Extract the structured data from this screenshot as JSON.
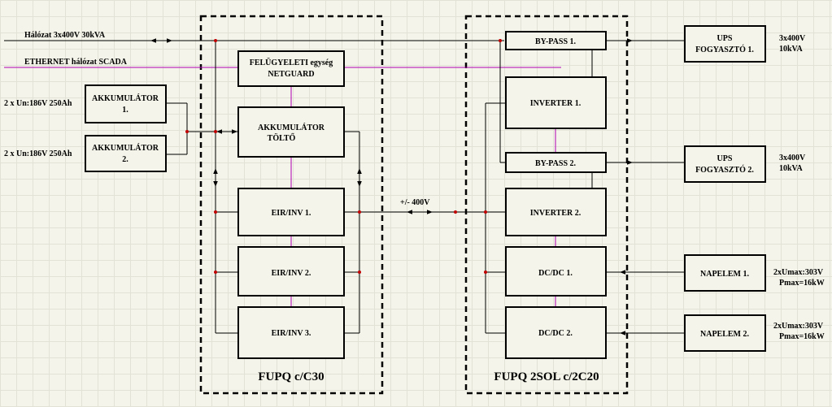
{
  "groups": {
    "left_title": "FUPQ c/C30",
    "right_title": "FUPQ 2SOL c/2C20"
  },
  "inputs": {
    "grid": "Hálózat 3x400V 30kVA",
    "ethernet": "ETHERNET hálózat SCADA",
    "batt1_spec": "2 x Un:186V 250Ah",
    "batt2_spec": "2 x Un:186V 250Ah"
  },
  "blocks": {
    "batt1": [
      "AKKUMULÁTOR",
      "1."
    ],
    "batt2": [
      "AKKUMULÁTOR",
      "2."
    ],
    "supervisor": [
      "FELÜGYELETI egység",
      "NETGUARD"
    ],
    "charger": [
      "AKKUMULÁTOR",
      "TÖLTŐ"
    ],
    "inv_l1": "EIR/INV 1.",
    "inv_l2": "EIR/INV 2.",
    "inv_l3": "EIR/INV 3.",
    "bypass1": "BY-PASS 1.",
    "inverter1": "INVERTER 1.",
    "bypass2": "BY-PASS 2.",
    "inverter2": "INVERTER 2.",
    "dcdc1": "DC/DC 1.",
    "dcdc2": "DC/DC 2.",
    "ups1": [
      "UPS",
      "FOGYASZTÓ 1."
    ],
    "ups2": [
      "UPS",
      "FOGYASZTÓ 2."
    ],
    "solar1": "NAPELEM 1.",
    "solar2": "NAPELEM 2."
  },
  "bus": {
    "dc_link": "+/- 400V"
  },
  "outputs": {
    "ups1_spec": [
      "3x400V",
      "10kVA"
    ],
    "ups2_spec": [
      "3x400V",
      "10kVA"
    ],
    "solar1_spec": [
      "2xUmax:303V",
      "Pmax=16kW"
    ],
    "solar2_spec": [
      "2xUmax:303V",
      "Pmax=16kW"
    ]
  },
  "colors": {
    "power_line": "#000000",
    "signal_line": "#b000b0",
    "junction": "#c00000"
  }
}
